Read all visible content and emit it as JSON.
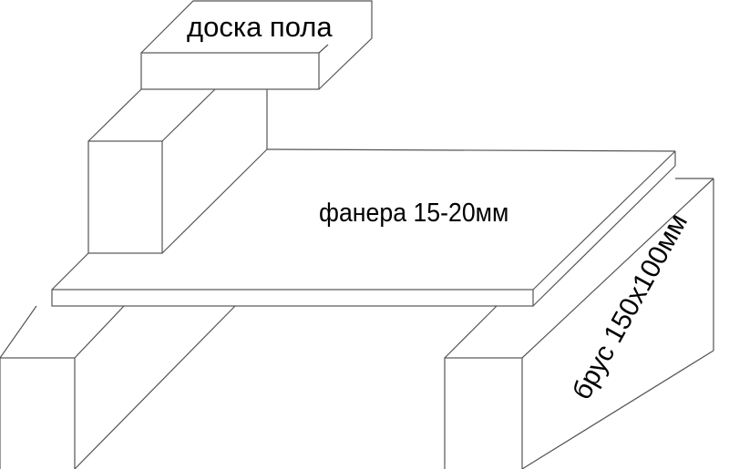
{
  "labels": {
    "floor_board": "доска пола",
    "plywood": "фанера 15-20мм",
    "beam": "брус 150x100мм"
  },
  "colors": {
    "stroke": "#555555",
    "text": "#000000"
  }
}
